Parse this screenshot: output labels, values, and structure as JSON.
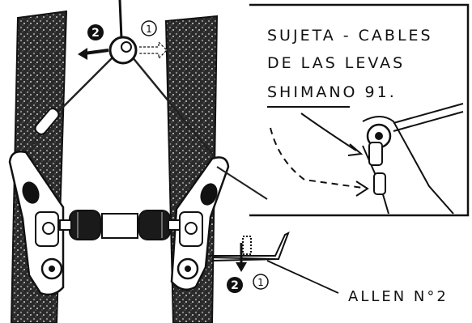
{
  "inset": {
    "line1": "SUJETA - CABLES",
    "line2": "DE LAS LEVAS",
    "line3": "SHIMANO 91."
  },
  "callout_label": "ALLEN N°2",
  "step_markers": {
    "top_filled": "2",
    "top_outline": "1",
    "bottom_filled": "2",
    "bottom_outline": "1"
  }
}
